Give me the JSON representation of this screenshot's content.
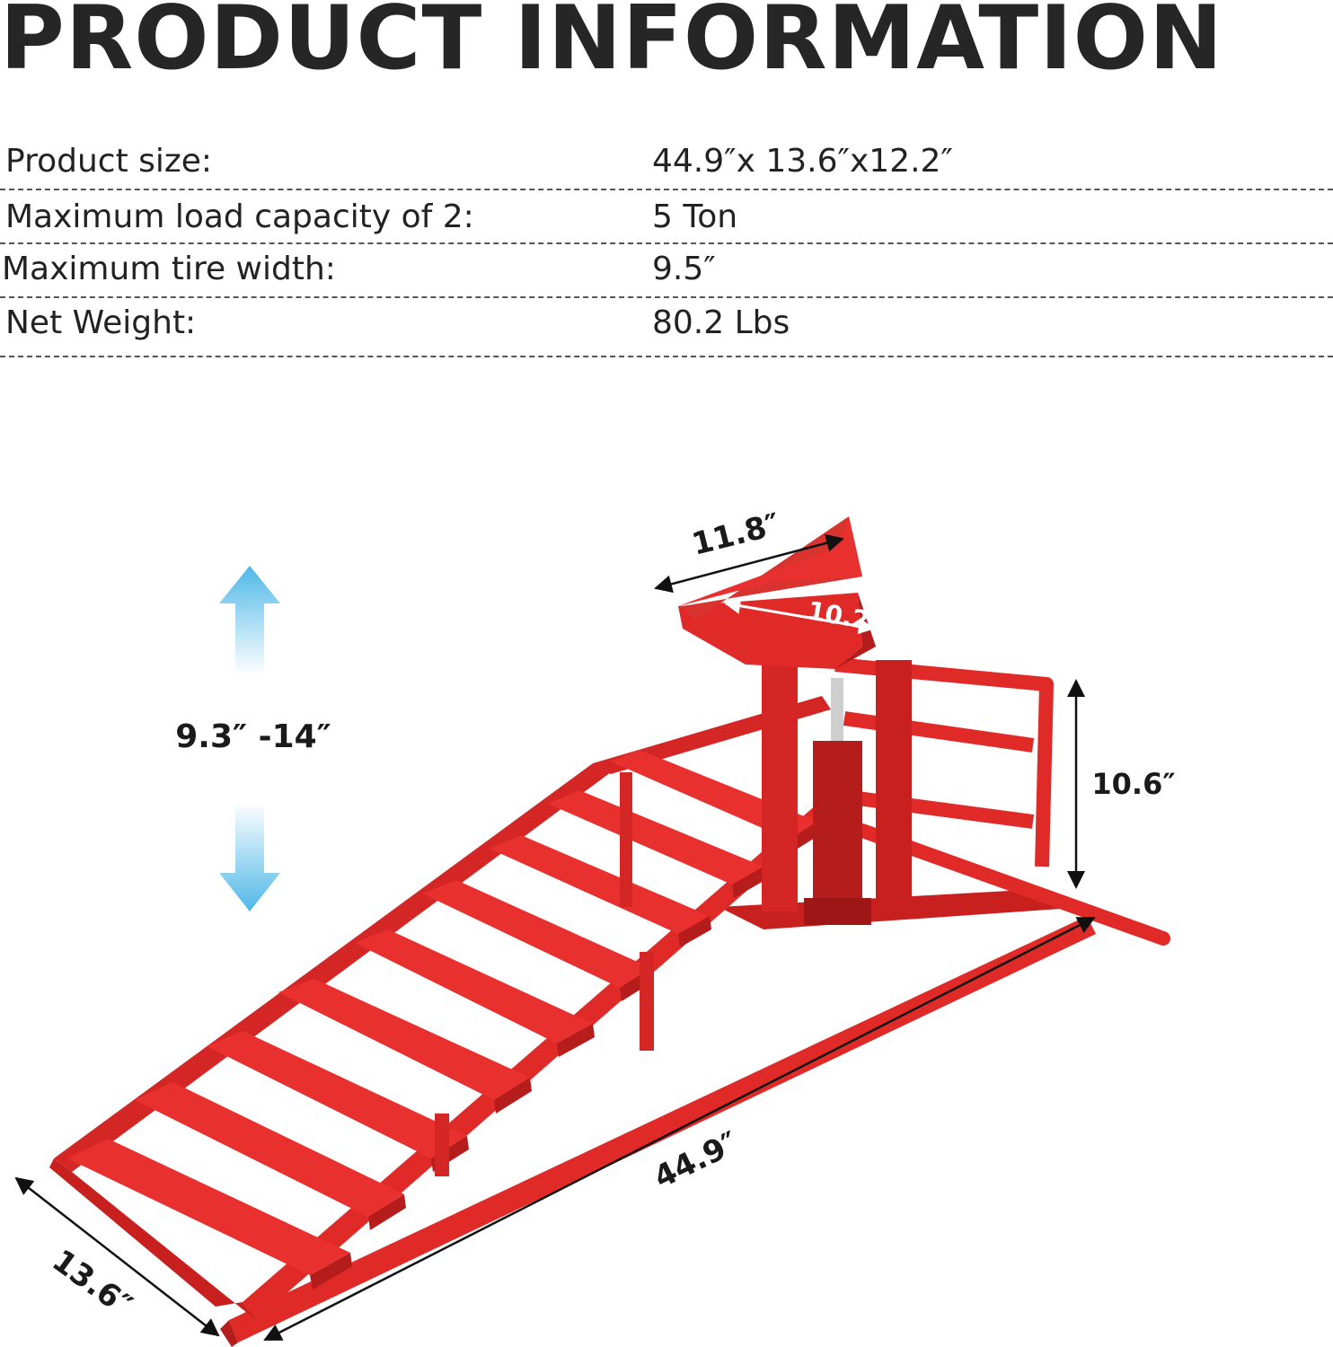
{
  "title": "PRODUCT INFORMATION",
  "specs": [
    {
      "label": "Product size:",
      "value": "44.9″x 13.6″x12.2″"
    },
    {
      "label": "Maximum load capacity of 2:",
      "value": "5 Ton"
    },
    {
      "label": "Maximum tire width:",
      "value": "9.5″"
    },
    {
      "label": "Net Weight:",
      "value": "80.2 Lbs"
    }
  ],
  "dimensions": {
    "platform_width": "11.8″",
    "platform_depth": "10.2″",
    "lift_range": "9.3″ -14″",
    "frame_height": "10.6″",
    "length": "44.9″",
    "width": "13.6″"
  },
  "colors": {
    "frame_red": "#e02a28",
    "frame_shadow": "#b51d1c",
    "arrow_blue": "#4fb8e8"
  }
}
